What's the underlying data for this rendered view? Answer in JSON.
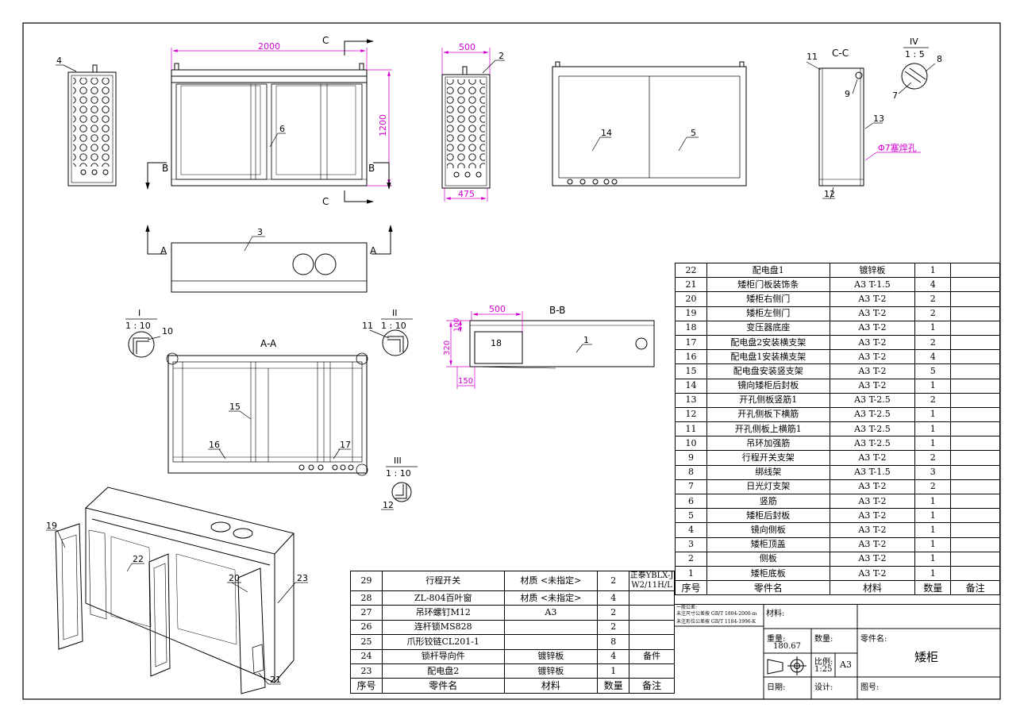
{
  "views": {
    "dim_2000": "2000",
    "dim_1200": "1200",
    "dim_500": "500",
    "dim_475": "475",
    "dim_500b": "500",
    "dim_320": "320",
    "dim_100": "100",
    "dim_150": "150",
    "sec_c_top": "C",
    "sec_c_bot": "C",
    "sec_b_left": "B",
    "sec_b_right": "B",
    "sec_a_left": "A",
    "sec_a_right": "A",
    "title_cc": "C-C",
    "title_bb": "B-B",
    "title_aa": "A-A",
    "detail_iv": "IV",
    "detail_iv_scale": "1 : 5",
    "detail_i": "I",
    "detail_i_scale": "1 : 10",
    "detail_ii": "II",
    "detail_ii_scale": "1 : 10",
    "detail_iii": "III",
    "detail_iii_scale": "1 : 10",
    "weld_note": "Φ7塞焊孔",
    "balloons": [
      "1",
      "2",
      "3",
      "4",
      "5",
      "6",
      "7",
      "8",
      "9",
      "10",
      "11",
      "12",
      "13",
      "14",
      "15",
      "16",
      "17",
      "18",
      "19",
      "20",
      "21",
      "22",
      "23"
    ]
  },
  "bom_right": {
    "rows": [
      {
        "no": "22",
        "name": "配电盘1",
        "material": "镀锌板",
        "qty": "1",
        "remark": ""
      },
      {
        "no": "21",
        "name": "矮柜门板装饰条",
        "material": "A3 T-1.5",
        "qty": "4",
        "remark": ""
      },
      {
        "no": "20",
        "name": "矮柜右侧门",
        "material": "A3 T-2",
        "qty": "2",
        "remark": ""
      },
      {
        "no": "19",
        "name": "矮柜左侧门",
        "material": "A3 T-2",
        "qty": "2",
        "remark": ""
      },
      {
        "no": "18",
        "name": "变压器底座",
        "material": "A3 T-2",
        "qty": "1",
        "remark": ""
      },
      {
        "no": "17",
        "name": "配电盘2安装横支架",
        "material": "A3 T-2",
        "qty": "2",
        "remark": ""
      },
      {
        "no": "16",
        "name": "配电盘1安装横支架",
        "material": "A3 T-2",
        "qty": "4",
        "remark": ""
      },
      {
        "no": "15",
        "name": "配电盘安装竖支架",
        "material": "A3 T-2",
        "qty": "5",
        "remark": ""
      },
      {
        "no": "14",
        "name": "镜向矮柜后封板",
        "material": "A3 T-2",
        "qty": "1",
        "remark": ""
      },
      {
        "no": "13",
        "name": "开孔侧板竖筋1",
        "material": "A3 T-2.5",
        "qty": "2",
        "remark": ""
      },
      {
        "no": "12",
        "name": "开孔侧板下横筋",
        "material": "A3 T-2.5",
        "qty": "1",
        "remark": ""
      },
      {
        "no": "11",
        "name": "开孔侧板上横筋1",
        "material": "A3 T-2.5",
        "qty": "1",
        "remark": ""
      },
      {
        "no": "10",
        "name": "吊环加强筋",
        "material": "A3 T-2.5",
        "qty": "1",
        "remark": ""
      },
      {
        "no": "9",
        "name": "行程开关支架",
        "material": "A3 T-2",
        "qty": "2",
        "remark": ""
      },
      {
        "no": "8",
        "name": "绑线架",
        "material": "A3 T-1.5",
        "qty": "3",
        "remark": ""
      },
      {
        "no": "7",
        "name": "日光灯支架",
        "material": "A3 T-2",
        "qty": "2",
        "remark": ""
      },
      {
        "no": "6",
        "name": "竖筋",
        "material": "A3 T-2",
        "qty": "1",
        "remark": ""
      },
      {
        "no": "5",
        "name": "矮柜后封板",
        "material": "A3 T-2",
        "qty": "1",
        "remark": ""
      },
      {
        "no": "4",
        "name": "镜向侧板",
        "material": "A3 T-2",
        "qty": "1",
        "remark": ""
      },
      {
        "no": "3",
        "name": "矮柜顶盖",
        "material": "A3 T-2",
        "qty": "1",
        "remark": ""
      },
      {
        "no": "2",
        "name": "侧板",
        "material": "A3 T-2",
        "qty": "1",
        "remark": ""
      },
      {
        "no": "1",
        "name": "矮柜底板",
        "material": "A3 T-2",
        "qty": "1",
        "remark": ""
      }
    ],
    "header": {
      "no": "序号",
      "name": "零件名",
      "material": "材料",
      "qty": "数量",
      "remark": "备注"
    }
  },
  "bom_left": {
    "rows": [
      {
        "no": "29",
        "name": "行程开关",
        "material": "材质 <未指定>",
        "qty": "2",
        "remark": "正泰YBLX-JW2/11H/L"
      },
      {
        "no": "28",
        "name": "ZL-804百叶窗",
        "material": "材质 <未指定>",
        "qty": "4",
        "remark": ""
      },
      {
        "no": "27",
        "name": "吊环螺钉M12",
        "material": "A3",
        "qty": "2",
        "remark": ""
      },
      {
        "no": "26",
        "name": "连杆锁MS828",
        "material": "",
        "qty": "2",
        "remark": ""
      },
      {
        "no": "25",
        "name": "爪形铰链CL201-1",
        "material": "",
        "qty": "8",
        "remark": ""
      },
      {
        "no": "24",
        "name": "锁杆导向件",
        "material": "镀锌板",
        "qty": "4",
        "remark": "备件"
      },
      {
        "no": "23",
        "name": "配电盘2",
        "material": "镀锌板",
        "qty": "1",
        "remark": ""
      }
    ],
    "header": {
      "no": "序号",
      "name": "零件名",
      "material": "材料",
      "qty": "数量",
      "remark": "备注"
    }
  },
  "title_block": {
    "tol_title": "一般公差:",
    "tol_line1": "未注尺寸公差按 GB/T 1804-2000-m",
    "tol_line2": "未注形位公差按 GB/T 1184-1996-K",
    "material_label": "材料:",
    "weight_label": "重量:",
    "weight_value": "180.67",
    "qty_label": "数量:",
    "part_name_label": "零件名:",
    "part_name": "矮柜",
    "scale_label": "比例:",
    "scale_value": "1:25",
    "sheet_size": "A3",
    "date_label": "日期:",
    "design_label": "设计:",
    "drawing_no_label": "图号:"
  }
}
